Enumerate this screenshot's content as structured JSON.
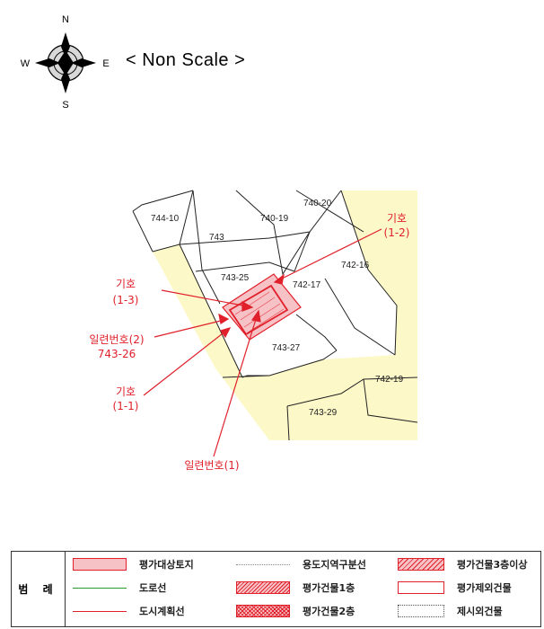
{
  "compass": {
    "north": "N",
    "south": "S",
    "east": "E",
    "west": "W"
  },
  "scale_label": "< Non Scale >",
  "parcels": {
    "p744_10": "744-10",
    "p743": "743",
    "p740_19": "740-19",
    "p740_20": "740-20",
    "p743_25": "743-25",
    "p742_17": "742-17",
    "p742_16": "742-16",
    "p743_27": "743-27",
    "p742_19": "742-19",
    "p743_29": "743-29"
  },
  "annotations": {
    "a1_2": {
      "line1": "기호",
      "line2": "(1-2)"
    },
    "a1_3": {
      "line1": "기호",
      "line2": "(1-3)"
    },
    "a_serial2": {
      "line1": "일련번호(2)",
      "line2": "743-26"
    },
    "a1_1": {
      "line1": "기호",
      "line2": "(1-1)"
    },
    "a_serial1": {
      "line1": "일련번호(1)"
    }
  },
  "legend": {
    "title": "범 례",
    "items": {
      "target_land": "평가대상토지",
      "road_line": "도로선",
      "city_plan_line": "도시계획선",
      "zoning_line": "용도지역구분선",
      "bldg_1f": "평가건물1층",
      "bldg_2f": "평가건물2층",
      "bldg_3f": "평가건물3층이상",
      "excluded_bldg": "평가제외건물",
      "outside_bldg": "제시외건물"
    }
  },
  "colors": {
    "road": "#fdf8c8",
    "target": "#f7c2c6",
    "red": "#e0202a",
    "green": "#2a9a2a",
    "line": "#222222"
  }
}
